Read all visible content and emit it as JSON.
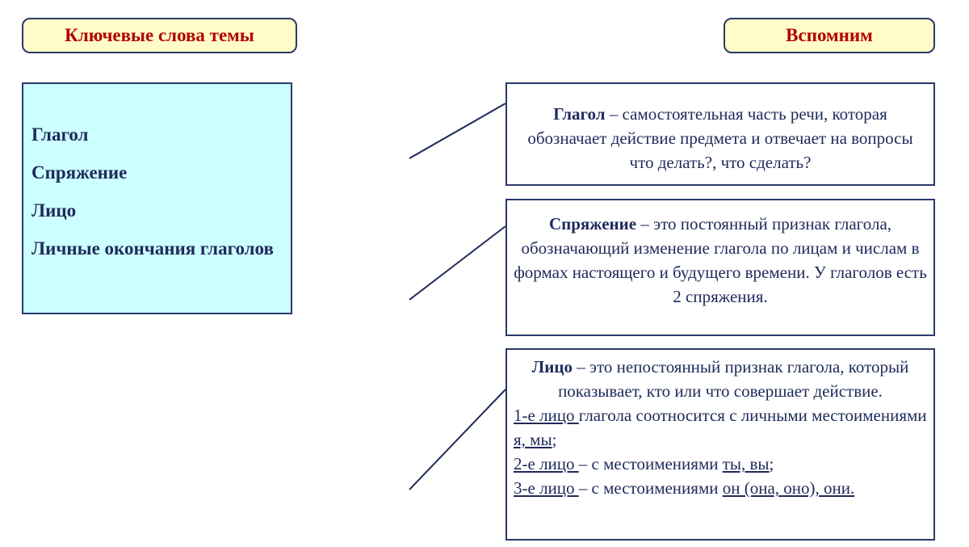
{
  "header": {
    "left_label": "Ключевые слова темы",
    "right_label": "Вспомним"
  },
  "keywords": [
    "Глагол",
    "Спряжение",
    "Лицо",
    "Личные окончания глаголов"
  ],
  "definitions": {
    "verb": {
      "term": "Глагол",
      "dash": " – ",
      "text": "самостоятельная часть речи, которая обозначает действие предмета и отвечает на вопросы что делать?, что сделать?"
    },
    "conjugation": {
      "term": "Спряжение",
      "dash": " – ",
      "text": "это постоянный признак глагола, обозначающий изменение глагола по лицам и числам в формах настоящего и будущего времени. У глаголов есть 2 спряжения."
    },
    "person": {
      "term": "Лицо",
      "dash": " – ",
      "text": "это непостоянный признак глагола, который показывает, кто или что совершает действие.",
      "first_label": "1-е лицо ",
      "first_text": "глагола соотносится с личными местоимениями ",
      "first_pronouns": "я, мы",
      "first_end": ";",
      "second_label": "2-е лицо ",
      "second_text": "– с местоимениями ",
      "second_pronouns": "ты, вы",
      "second_end": ";",
      "third_label": "3-е лицо ",
      "third_text": "– с местоимениями ",
      "third_pronouns": "он (она, оно), они."
    }
  },
  "colors": {
    "accent_title": "#b20000",
    "pill_fill": "#fffcc8",
    "keywords_fill": "#ccffff",
    "border": "#2a3a6a",
    "text": "#1f2a5a"
  }
}
